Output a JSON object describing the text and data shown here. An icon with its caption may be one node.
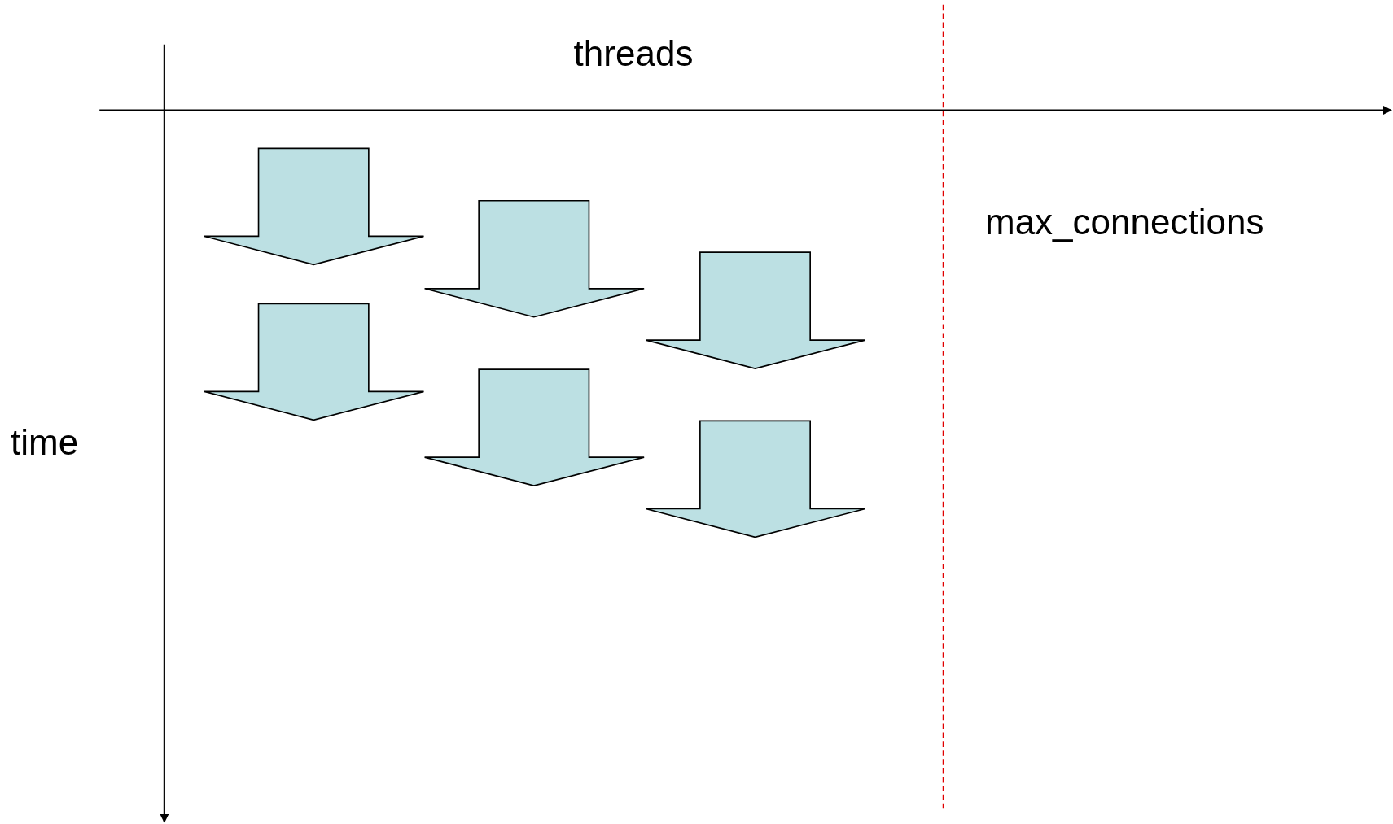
{
  "diagram": {
    "labels": [
      "threads",
      "max_connections",
      "time"
    ]
  }
}
